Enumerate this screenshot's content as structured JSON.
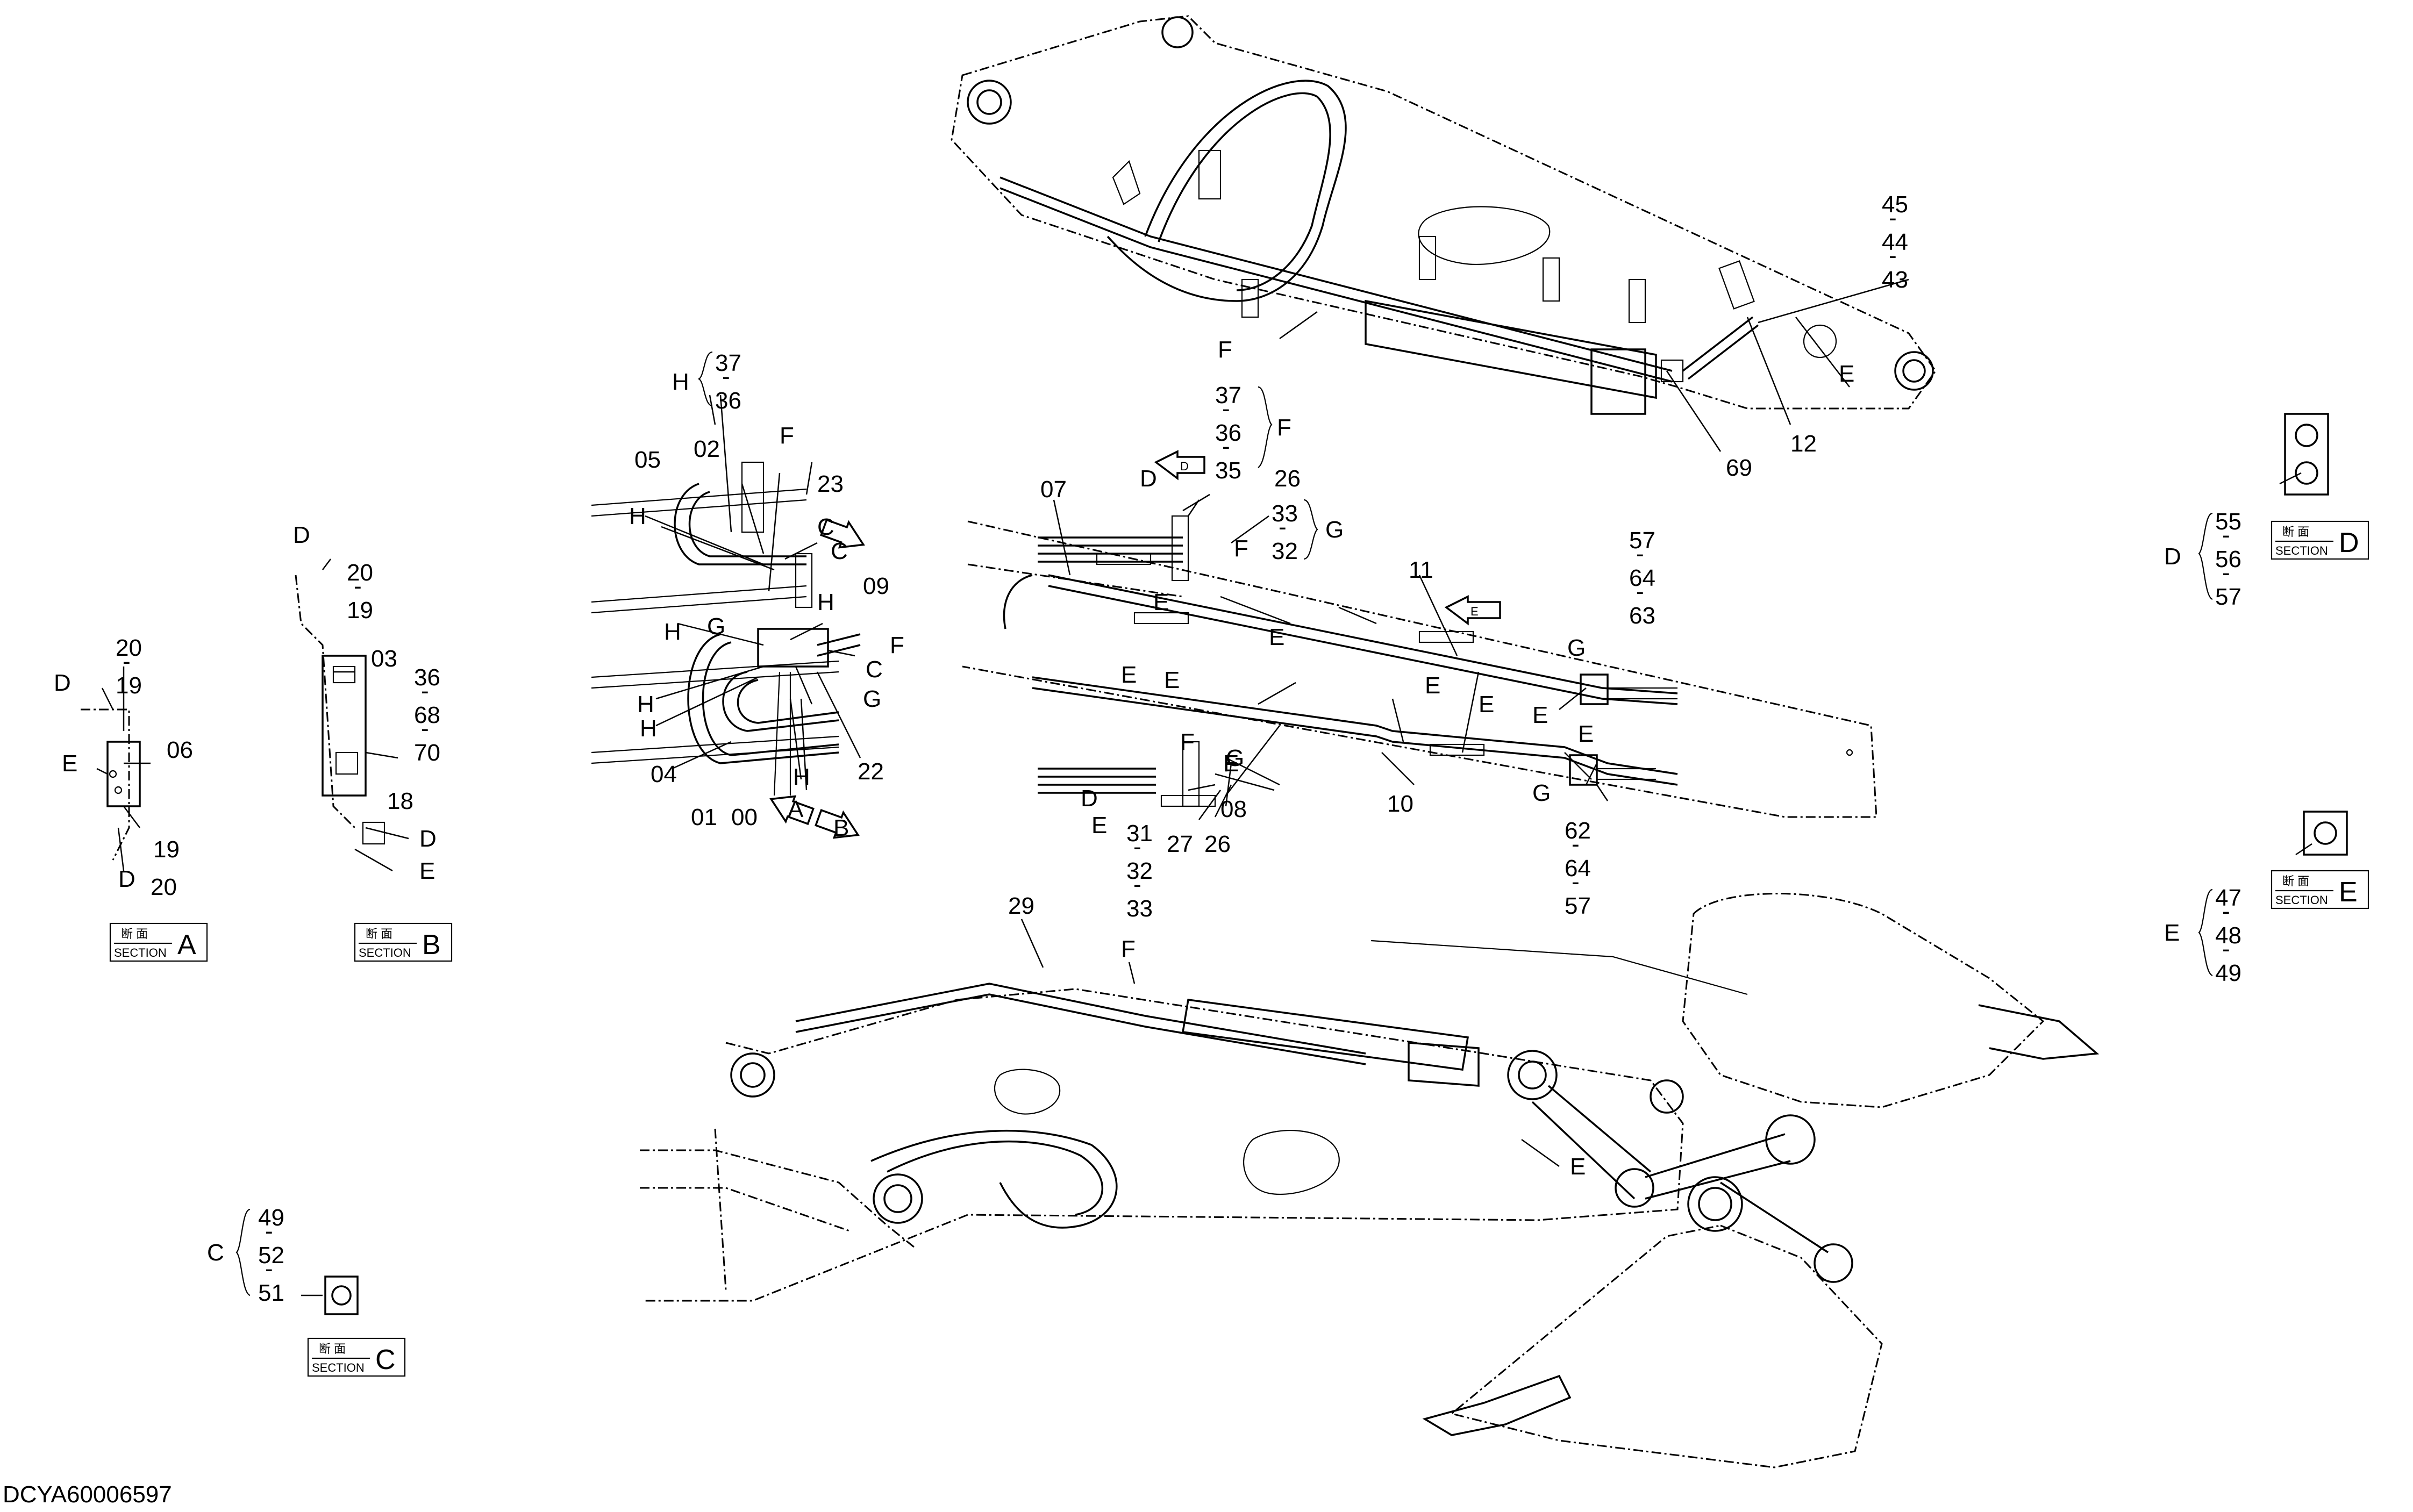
{
  "drawing_number": "DCYA60006597",
  "section_boxes": {
    "kanji": "断 面",
    "word": "SECTION",
    "A": "A",
    "B": "B",
    "C": "C",
    "D": "D",
    "E": "E"
  },
  "part_numbers": {
    "p00": "00",
    "p01": "01",
    "p02": "02",
    "p03": "03",
    "p04": "04",
    "p05": "05",
    "p06": "06",
    "p07": "07",
    "p08": "08",
    "p09": "09",
    "p10": "10",
    "p11": "11",
    "p12": "12",
    "p18": "18",
    "p19": "19",
    "p20": "20",
    "p22": "22",
    "p23": "23",
    "p26": "26",
    "p27": "27",
    "p29": "29",
    "p31": "31",
    "p32": "32",
    "p33": "33",
    "p35": "35",
    "p36": "36",
    "p37": "37",
    "p43": "43",
    "p44": "44",
    "p45": "45",
    "p47": "47",
    "p48": "48",
    "p49": "49",
    "p51": "51",
    "p52": "52",
    "p55": "55",
    "p56": "56",
    "p57": "57",
    "p62": "62",
    "p63": "63",
    "p64": "64",
    "p68": "68",
    "p69": "69",
    "p70": "70"
  },
  "letters": {
    "A": "A",
    "B": "B",
    "C": "C",
    "D": "D",
    "E": "E",
    "F": "F",
    "G": "G",
    "H": "H"
  },
  "dash_sep": "-"
}
